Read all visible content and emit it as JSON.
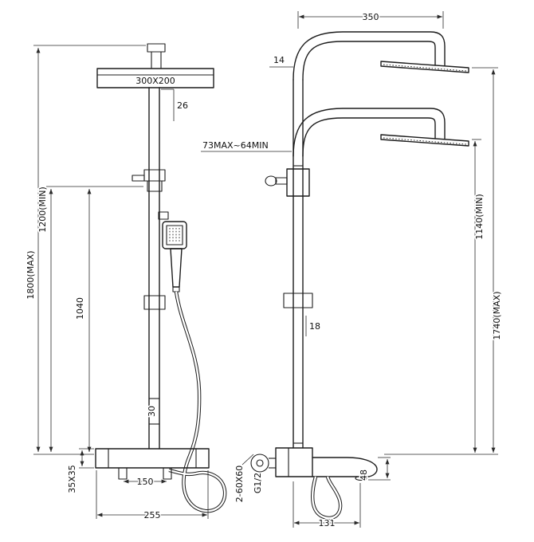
{
  "drawing": {
    "background": "#ffffff",
    "line_color": "#1c1c1c",
    "front_view": {
      "head_label": "300X200",
      "pipe_offset": "26",
      "height_min": "1200(MIN)",
      "height_max": "1800(MAX)",
      "rail_length": "1040",
      "pipe_width": "30",
      "body_section": "35X35",
      "inlet_spacing": "150",
      "body_width": "255"
    },
    "side_view": {
      "arm_reach": "350",
      "arm_diameter": "14",
      "head_range": "73MAX~64MIN",
      "height_min": "1140(MIN)",
      "height_max": "1740(MAX)",
      "pipe_width": "18",
      "flange_size": "2-60X60",
      "thread": "G1/2",
      "spout_height": "48",
      "spout_reach": "131"
    }
  }
}
